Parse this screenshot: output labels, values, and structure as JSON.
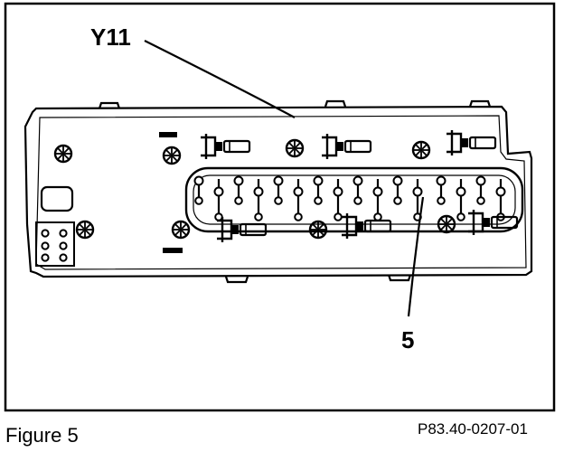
{
  "diagram": {
    "callout_top": "Y11",
    "callout_bottom": "5",
    "caption": "Figure 5",
    "reference_code": "P83.40-0207-01"
  },
  "colors": {
    "ink": "#000000",
    "paper": "#ffffff"
  },
  "icons": {
    "gear": "gear-icon",
    "connector": "connector-icon",
    "contact": "contact-pin-icon"
  }
}
